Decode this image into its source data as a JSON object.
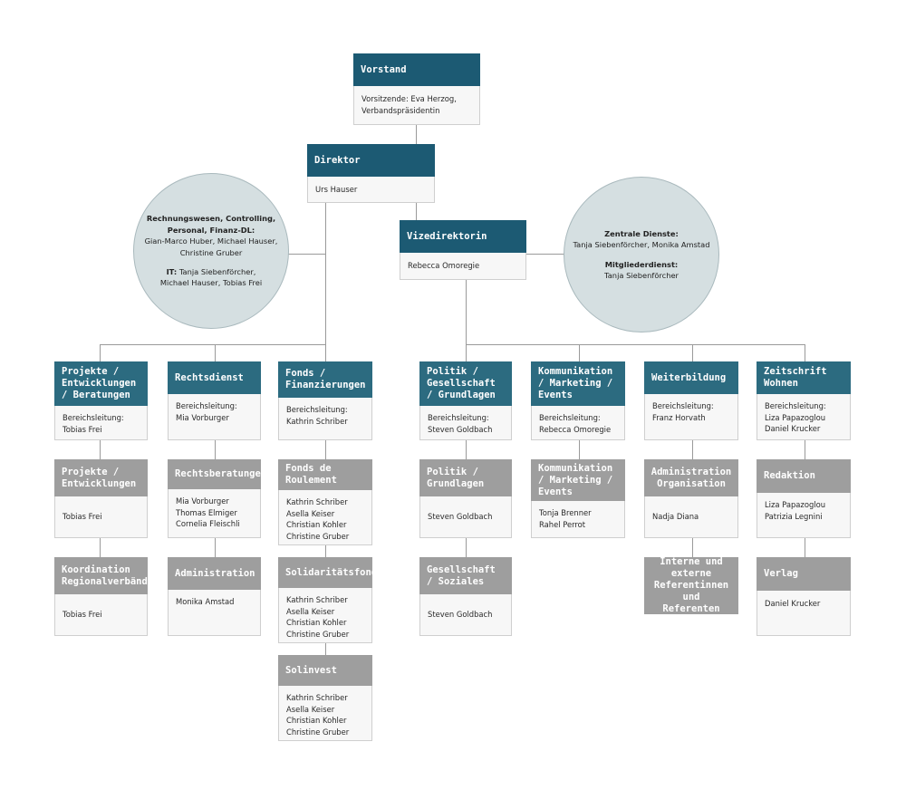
{
  "colors": {
    "header": "#2c6b80",
    "header_top": "#1c5a73",
    "header_sub": "#9e9e9e",
    "circle": "#d5dfe1",
    "line": "#9a9a9a"
  },
  "vorstand": {
    "title": "Vorstand",
    "lines": [
      "Vorsitzende: Eva Herzog,",
      "Verbandspräsidentin"
    ]
  },
  "direktor": {
    "title": "Direktor",
    "lines": [
      "Urs Hauser"
    ]
  },
  "vizedirektorin": {
    "title": "Vizedirektorin",
    "lines": [
      "Rebecca Omoregie"
    ]
  },
  "circle_left": {
    "title1": "Rechnungswesen, Controlling,",
    "title2": "Personal, Finanz-DL:",
    "names1": "Gian-Marco Huber, Michael Hauser,",
    "names2": "Christine Gruber",
    "it_label": "IT:",
    "it_names1": " Tanja Siebenförcher,",
    "it_names2": "Michael Hauser, Tobias Frei"
  },
  "circle_right": {
    "title1": "Zentrale Dienste:",
    "names1": "Tanja Siebenförcher, Monika Amstad",
    "title2": "Mitgliederdienst:",
    "names2": "Tanja Siebenförcher"
  },
  "departments": [
    {
      "title": "Projekte / Entwicklungen / Beratungen",
      "lines": [
        "Bereichsleitung:",
        "Tobias Frei"
      ],
      "subs": [
        {
          "title": "Projekte / Entwicklungen",
          "lines": [
            "Tobias Frei"
          ]
        },
        {
          "title": "Koordination Regionalverbände",
          "lines": [
            "Tobias Frei"
          ]
        }
      ]
    },
    {
      "title": "Rechtsdienst",
      "lines": [
        "Bereichsleitung:",
        "Mia Vorburger"
      ],
      "subs": [
        {
          "title": "Rechtsberatungen",
          "lines": [
            "Mia Vorburger",
            "Thomas Elmiger",
            "Cornelia Fleischli"
          ]
        },
        {
          "title": "Administration",
          "lines": [
            "Monika Amstad"
          ]
        }
      ]
    },
    {
      "title": "Fonds / Finanzierungen",
      "lines": [
        "Bereichsleitung:",
        "Kathrin Schriber"
      ],
      "subs": [
        {
          "title": "Fonds de Roulement",
          "lines": [
            "Kathrin Schriber",
            "Asella Keiser",
            "Christian Kohler",
            "Christine Gruber"
          ]
        },
        {
          "title": "Solidaritätsfonds",
          "lines": [
            "Kathrin Schriber",
            "Asella Keiser",
            "Christian Kohler",
            "Christine Gruber"
          ]
        },
        {
          "title": "Solinvest",
          "lines": [
            "Kathrin Schriber",
            "Asella Keiser",
            "Christian Kohler",
            "Christine Gruber"
          ]
        }
      ]
    },
    {
      "title": "Politik / Gesellschaft / Grundlagen",
      "lines": [
        "Bereichsleitung:",
        "Steven Goldbach"
      ],
      "subs": [
        {
          "title": "Politik / Grundlagen",
          "lines": [
            "Steven Goldbach"
          ]
        },
        {
          "title": "Gesellschaft / Soziales",
          "lines": [
            "Steven Goldbach"
          ]
        }
      ]
    },
    {
      "title": "Kommunikation / Marketing / Events",
      "lines": [
        "Bereichsleitung:",
        "Rebecca Omoregie"
      ],
      "subs": [
        {
          "title": "Kommunikation / Marketing / Events",
          "lines": [
            "Tonja Brenner",
            "Rahel Perrot"
          ]
        }
      ]
    },
    {
      "title": "Weiterbildung",
      "lines": [
        "Bereichsleitung:",
        "Franz Horvath"
      ],
      "subs": [
        {
          "title": "Administration Organisation",
          "lines": [
            "Nadja Diana"
          ]
        },
        {
          "title": "Interne und externe Referentinnen und Referenten",
          "lines": []
        }
      ]
    },
    {
      "title": "Zeitschrift Wohnen",
      "lines": [
        "Bereichsleitung:",
        "Liza Papazoglou",
        "Daniel Krucker"
      ],
      "subs": [
        {
          "title": "Redaktion",
          "lines": [
            "Liza Papazoglou",
            "Patrizia Legnini"
          ]
        },
        {
          "title": "Verlag",
          "lines": [
            "Daniel Krucker"
          ]
        }
      ]
    }
  ]
}
